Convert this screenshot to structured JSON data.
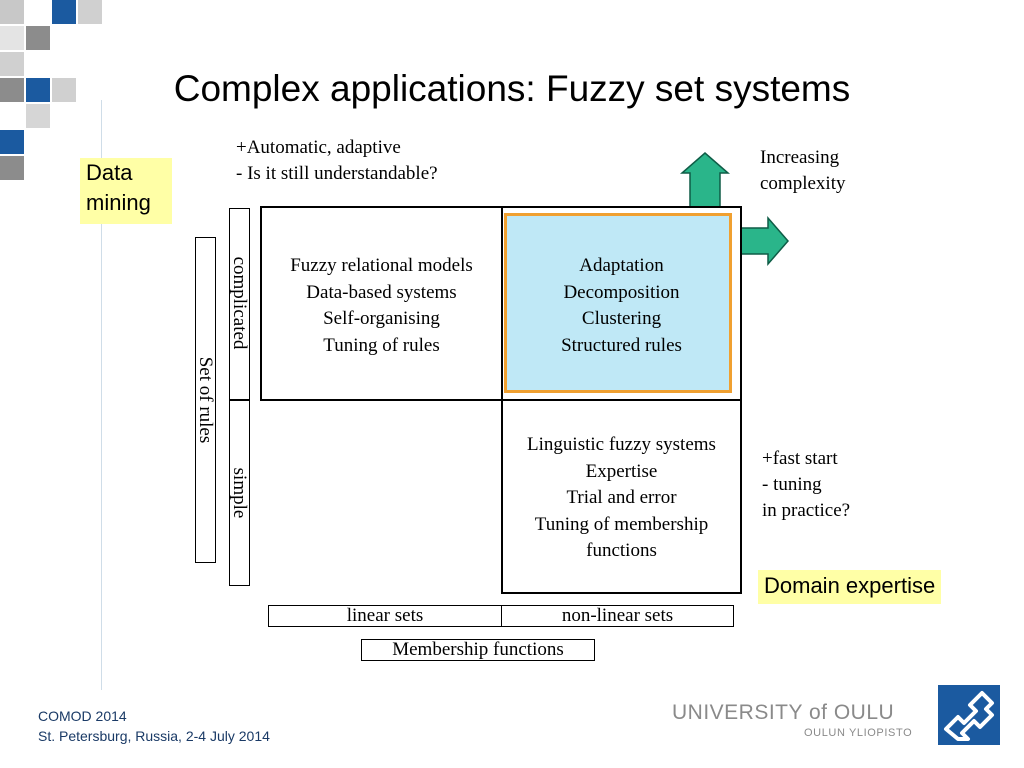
{
  "slide": {
    "title": "Complex applications: Fuzzy set systems"
  },
  "colors": {
    "accent_blue": "#1b5aa0",
    "highlight_fill": "#bfe8f6",
    "highlight_border": "#f0a030",
    "note_fill": "#ffffa6",
    "arrow_green": "#2ab58a"
  },
  "diagram": {
    "top_note": [
      "+Automatic, adaptive",
      "- Is it still understandable?"
    ],
    "data_mining": [
      "Data",
      "mining"
    ],
    "increasing_complexity": [
      "Increasing",
      "complexity"
    ],
    "cell_top_left": [
      "Fuzzy relational models",
      "Data-based systems",
      "Self-organising",
      "Tuning of rules"
    ],
    "cell_top_right": [
      "Adaptation",
      "Decomposition",
      "Clustering",
      "Structured rules"
    ],
    "cell_bottom_right": [
      "Linguistic fuzzy systems",
      "Expertise",
      "Trial and error",
      "Tuning of membership",
      "functions"
    ],
    "right_note": [
      "+fast start",
      "- tuning",
      "in practice?"
    ],
    "domain_expertise": "Domain expertise",
    "row_complicated": "complicated",
    "row_simple": "simple",
    "set_of_rules": "Set of rules",
    "col_linear": "linear sets",
    "col_nonlinear": "non-linear sets",
    "membership_functions": "Membership functions"
  },
  "footer": {
    "line1": "COMOD 2014",
    "line2": "St. Petersburg, Russia, 2-4 July 2014",
    "university": "UNIVERSITY of OULU",
    "university_sub": "OULUN YLIOPISTO"
  }
}
